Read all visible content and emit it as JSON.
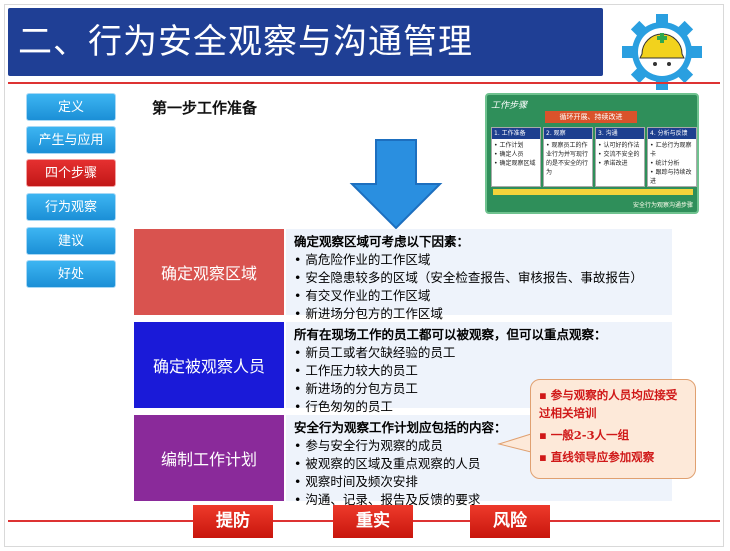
{
  "title": "二、行为安全观察与沟通管理",
  "sidebar": {
    "items": [
      {
        "label": "定义"
      },
      {
        "label": "产生与应用"
      },
      {
        "label": "四个步骤"
      },
      {
        "label": "行为观察"
      },
      {
        "label": "建议"
      },
      {
        "label": "好处"
      }
    ],
    "active_index": 2
  },
  "step_title": "第一步工作准备",
  "flow": {
    "header": "工作步骤",
    "top": "循环开展、持续改进",
    "boxes": [
      {
        "h": "1. 工作准备",
        "lines": [
          "• 工作计划",
          "• 确定人员",
          "• 确定观察区域"
        ]
      },
      {
        "h": "2. 观察",
        "lines": [
          "• 观察员工的作业行为并写现行的是不安全的行为"
        ]
      },
      {
        "h": "3. 沟通",
        "lines": [
          "• 认可好的作法",
          "• 交流不安全的",
          "• 承诺改进"
        ]
      },
      {
        "h": "4. 分析与反馈",
        "lines": [
          "• 汇总行为观察卡",
          "• 统计分析",
          "• 跟踪与持续改进"
        ]
      }
    ],
    "footer": "安全行为观察沟通步骤"
  },
  "rows": [
    {
      "label": "确定观察区域",
      "heading": "确定观察区域可考虑以下因素：",
      "items": [
        "• 高危险作业的工作区域",
        "• 安全隐患较多的区域（安全检查报告、审核报告、事故报告）",
        "• 有交叉作业的工作区域",
        "• 新进场分包方的工作区域"
      ]
    },
    {
      "label": "确定被观察人员",
      "heading": "所有在现场工作的员工都可以被观察，但可以重点观察：",
      "items": [
        "• 新员工或者欠缺经验的员工",
        "• 工作压力较大的员工",
        "• 新进场的分包方员工",
        "• 行色匆匆的员工"
      ]
    },
    {
      "label": "编制工作计划",
      "heading": "安全行为观察工作计划应包括的内容：",
      "items": [
        "• 参与安全行为观察的成员",
        "• 被观察的区域及重点观察的人员",
        "• 观察时间及频次安排",
        "• 沟通、记录、报告及反馈的要求"
      ]
    }
  ],
  "callout": {
    "items": [
      "▪ 参与观察的人员均应接受过相关培训",
      "▪ 一般2-3人一组",
      "▪ 直线领导应参加观察"
    ]
  },
  "bottom_buttons": [
    {
      "label": "提防"
    },
    {
      "label": "重实"
    },
    {
      "label": "风险"
    }
  ],
  "colors": {
    "title_bg": "#1f3f95",
    "row1": "#d9534f",
    "row2": "#1a1ad8",
    "row3": "#8a2a9a",
    "accent_red": "#d01818"
  }
}
